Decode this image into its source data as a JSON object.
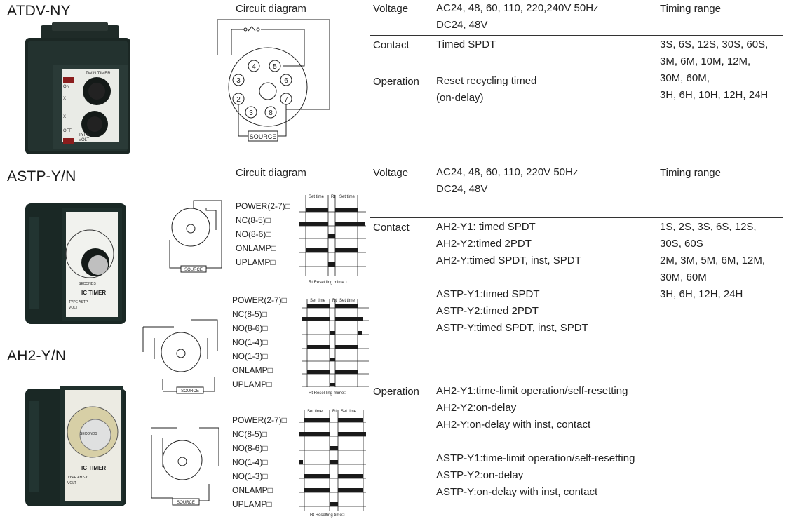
{
  "sections": [
    {
      "title": "ATDV-NY",
      "circuit_label": "Circuit diagram",
      "voltage_label": "Voltage",
      "voltage_lines": [
        "AC24, 48, 60, 110, 220,240V  50Hz",
        "DC24, 48V"
      ],
      "timing_label": "Timing range",
      "timing_lines": [
        "3S, 6S, 12S, 30S, 60S,",
        "3M, 6M, 10M, 12M,",
        "30M, 60M,",
        "3H, 6H, 10H, 12H, 24H"
      ],
      "contact_label": "Contact",
      "contact_lines": [
        "Timed SPDT"
      ],
      "operation_label": "Operation",
      "operation_lines": [
        "Reset recycling timed",
        "(on-delay)"
      ],
      "device_text": {
        "top": "TWIN TIMER",
        "on": "ON",
        "x": "X",
        "off": "OFF",
        "type": "TYPE",
        "volt": "VOLT"
      },
      "diagram": {
        "pins": [
          "4",
          "5",
          "3",
          "6",
          "2",
          "7",
          "3",
          "8"
        ],
        "source": "SOURCE"
      }
    },
    {
      "title": "ASTP-Y/N",
      "title2": "AH2-Y/N",
      "circuit_label": "Circuit diagram",
      "voltage_label": "Voltage",
      "voltage_lines": [
        "AC24, 48, 60, 110, 220V  50Hz",
        "DC24, 48V"
      ],
      "timing_label": "Timing range",
      "timing_lines": [
        "1S, 2S, 3S, 6S, 12S,",
        "30S, 60S",
        "2M, 3M, 5M, 6M, 12M,",
        "30M, 60M",
        "3H, 6H, 12H, 24H"
      ],
      "contact_label": "Contact",
      "contact_lines": [
        "AH2-Y1: timed SPDT",
        "AH2-Y2:timed 2PDT",
        "AH2-Y:timed SPDT, inst, SPDT",
        "",
        "ASTP-Y1:timed SPDT",
        "ASTP-Y2:timed 2PDT",
        "ASTP-Y:timed SPDT, inst, SPDT"
      ],
      "operation_label": "Operation",
      "operation_lines": [
        "AH2-Y1:time-limit operation/self-resetting",
        "AH2-Y2:on-delay",
        "AH2-Y:on-delay with inst, contact",
        "",
        "ASTP-Y1:time-limit operation/self-resetting",
        "ASTP-Y2:on-delay",
        "ASTP-Y:on-delay with inst, contact"
      ],
      "device_astp": {
        "name": "IC TIMER",
        "type": "TYPE  ASTP-",
        "volt": "VOLT",
        "seconds": "SECONDS"
      },
      "device_ah2": {
        "name": "IC TIMER",
        "type": "TYPE  AH2-Y",
        "volt": "VOLT",
        "seconds": "SECONDS"
      },
      "charts": [
        {
          "signals": [
            "POWER(2-7)□",
            "NC(8-5)□",
            "NO(8-6)□",
            "ONLAMP□",
            "UPLAMP□"
          ],
          "top": [
            "Set time",
            "Rt",
            "Set time"
          ],
          "bottom": "Rt Reset ling mime□",
          "source": "SOURCE"
        },
        {
          "signals": [
            "POWER(2-7)□",
            "NC(8-5)□",
            "NO(8-6)□",
            "NO(1-4)□",
            "NO(1-3)□",
            "ONLAMP□",
            "UPLAMP□"
          ],
          "top": [
            "Set time",
            "Rt",
            "Set time"
          ],
          "bottom": "Rt Resel ling mime□",
          "source": "SOURCE"
        },
        {
          "signals": [
            "POWER(2-7)□",
            "NC(8-5)□",
            "NO(8-6)□",
            "NO(1-4)□",
            "NO(1-3)□",
            "ONLAMP□",
            "UPLAMP□"
          ],
          "top": [
            "Set time",
            "Rt",
            "Set time"
          ],
          "bottom": "Rt Reselting time□",
          "source": "SOURCE"
        }
      ]
    }
  ]
}
